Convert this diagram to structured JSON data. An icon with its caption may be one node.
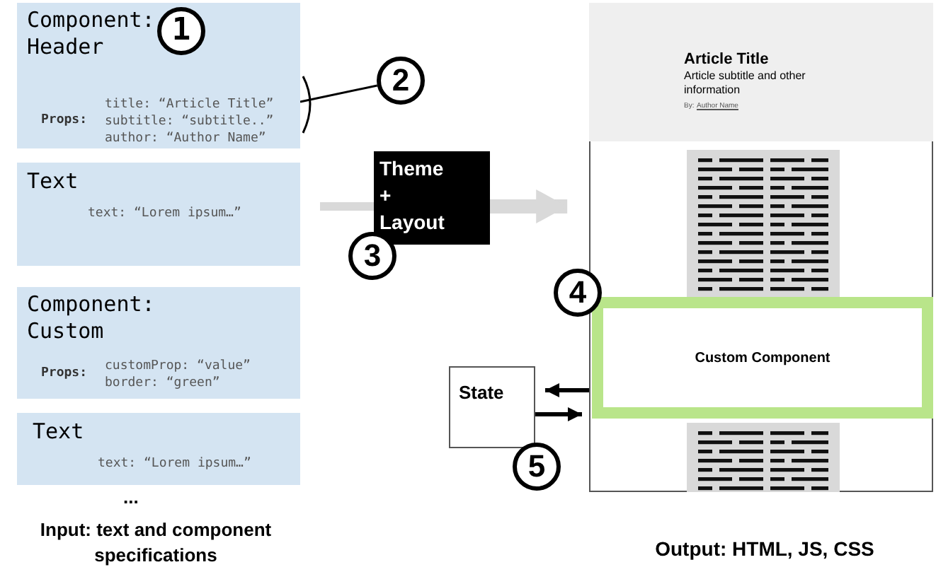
{
  "diagram": {
    "nodes": [
      {
        "text": [
          "Component: Header",
          "Props:",
          "title: “Article Title”",
          "subtitle: “subtitle..”",
          "author: “Author Name”"
        ]
      },
      {
        "text": [
          "Text",
          "text: “Lorem ipsum…”"
        ]
      },
      {
        "text": [
          "Component: Custom",
          "Props:",
          "customProp: “value”",
          "border: “green”"
        ]
      },
      {
        "text": [
          "Text",
          "text: “Lorem ipsum…”"
        ]
      },
      {
        "text": [
          "Theme + Layout"
        ]
      },
      {
        "text": [],
        "shape": "box"
      },
      {
        "text": [
          "Article Title",
          "Article subtitle and other information",
          "By:",
          "Author Name"
        ],
        "in": 5
      },
      {
        "text": [
          "Custom Component"
        ],
        "in": 5
      },
      {
        "text": [
          "State"
        ]
      },
      {
        "text": [
          "2"
        ]
      },
      {
        "text": [
          "1"
        ],
        "in": 0
      },
      {
        "text": [
          "3"
        ]
      },
      {
        "text": [
          "4"
        ]
      },
      {
        "text": [
          "5"
        ]
      }
    ],
    "edges": [
      {
        "from": null,
        "to": 4,
        "arrow": "none",
        "style": "thick",
        "color": "#d9d9d9"
      },
      {
        "from": 4,
        "to": 5,
        "arrow": "to",
        "style": "thick",
        "color": "#d9d9d9"
      },
      {
        "from": 7,
        "to": 8,
        "arrow": "to"
      },
      {
        "from": 8,
        "to": 7,
        "arrow": "to"
      },
      {
        "from": 9,
        "to": 0,
        "arrow": "none"
      }
    ],
    "labels": [
      "...",
      "Input: text  and component specifications",
      "Output: HTML, JS, CSS"
    ]
  }
}
